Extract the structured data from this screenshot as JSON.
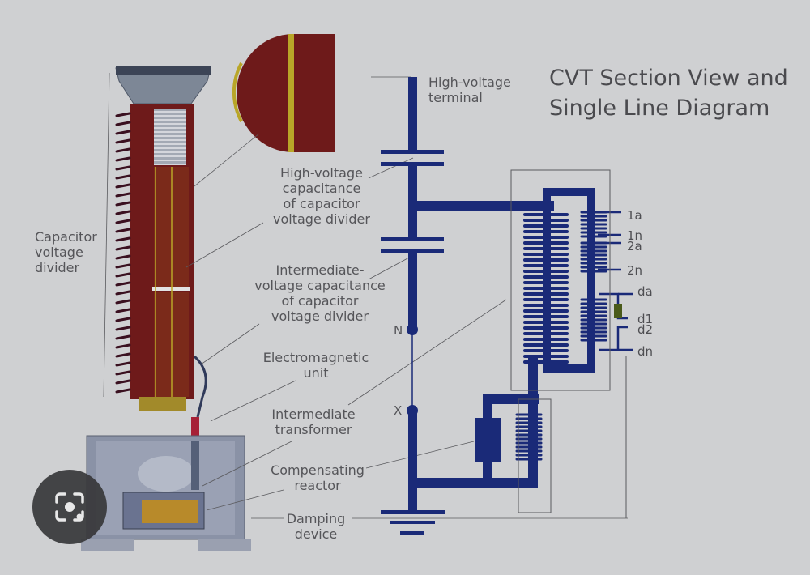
{
  "title": "CVT Section View and\nSingle Line Diagram",
  "labels": {
    "hv_terminal": "High-voltage\nterminal",
    "hv_capacitance": "High-voltage\ncapacitance\nof capacitor\nvoltage divider",
    "iv_capacitance": "Intermediate-\nvoltage capacitance\nof capacitor\nvoltage divider",
    "em_unit": "Electromagnetic\nunit",
    "intermediate_transformer": "Intermediate\ntransformer",
    "compensating_reactor": "Compensating\nreactor",
    "damping_device": "Damping\ndevice",
    "capacitor_voltage_divider": "Capacitor\nvoltage\ndivider"
  },
  "nodes": {
    "n": "N",
    "x": "X"
  },
  "taps": [
    "1a",
    "1n",
    "2a",
    "2n",
    "da",
    "d1",
    "d2",
    "dn"
  ],
  "colors": {
    "background": "#cfd0d2",
    "circuit": "#1a2a78",
    "porcelain": "#6e1a1a",
    "insulation_stripe": "#b9a628",
    "leader": "#5a5a5e"
  },
  "overlay": {
    "icon": "google-lens-icon"
  }
}
